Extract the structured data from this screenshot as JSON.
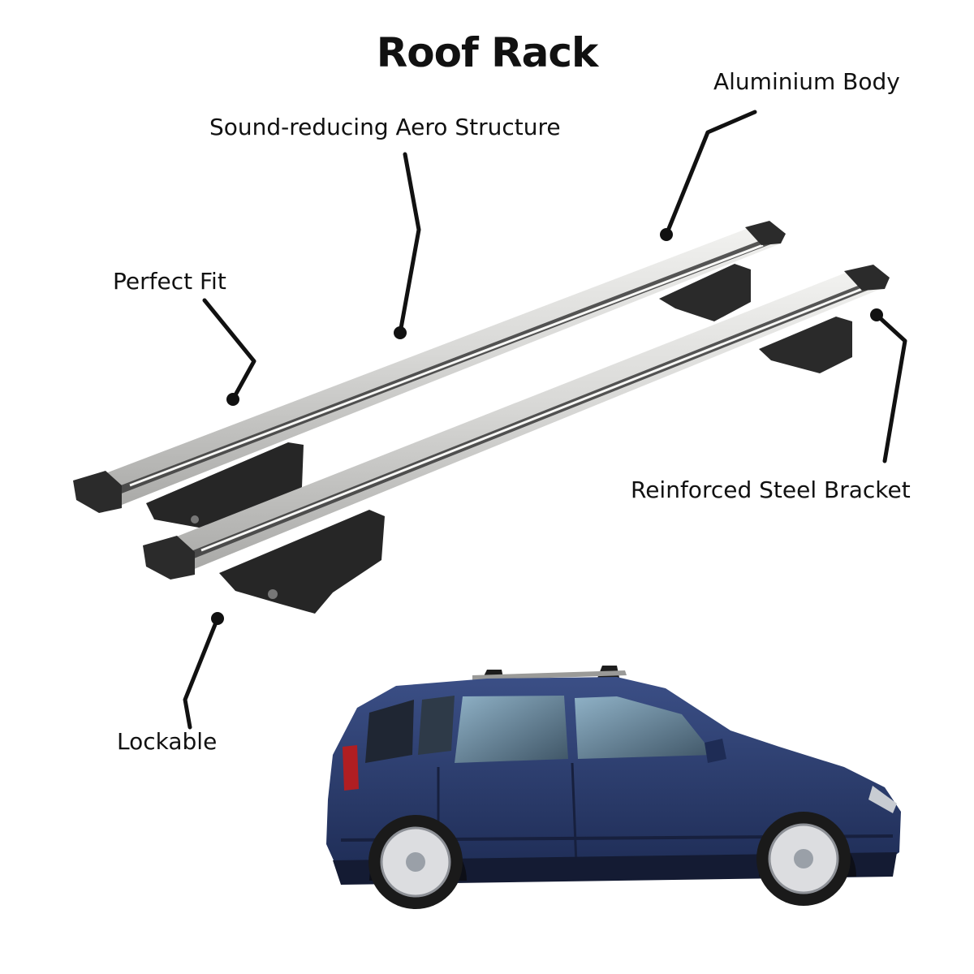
{
  "title": "Roof Rack",
  "labels": {
    "aero": "Sound-reducing Aero Structure",
    "aluminium": "Aluminium Body",
    "perfect_fit": "Perfect Fit",
    "bracket": "Reinforced Steel Bracket",
    "lockable": "Lockable"
  },
  "colors": {
    "rail": "#d7d7d5",
    "rail_shadow": "#9d9d9b",
    "rubber": "#2b2b2b",
    "car_body": "#283a6b",
    "leader": "#111111"
  },
  "icons": [
    "roof-rack-bar",
    "car-illustration"
  ]
}
